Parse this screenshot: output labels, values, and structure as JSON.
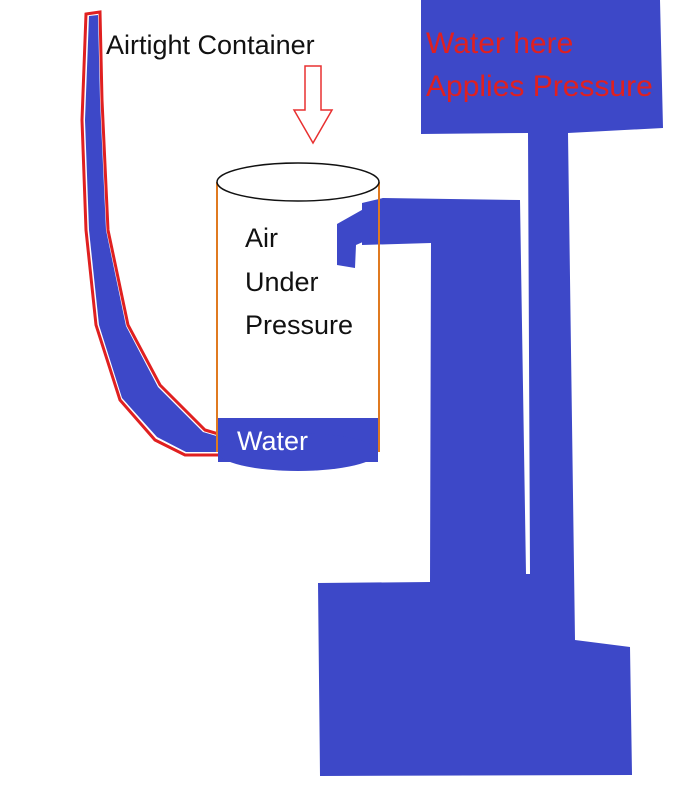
{
  "labels": {
    "airtight_container": "Airtight Container",
    "air_line_1": "Air",
    "air_line_2": "Under",
    "air_line_3": "Pressure",
    "water_in_container": "Water",
    "pressure_line_1": "Water here",
    "pressure_line_2": "Applies Pressure"
  },
  "colors": {
    "water": "#3d48c8",
    "container_outline": "#e07a20",
    "tube_outline": "#e02020",
    "arrow_outline": "#e83030",
    "pressure_text": "#e02020",
    "water_label_text": "#ffffff"
  },
  "icons": {
    "pressure_arrow": "arrow-down-icon"
  }
}
